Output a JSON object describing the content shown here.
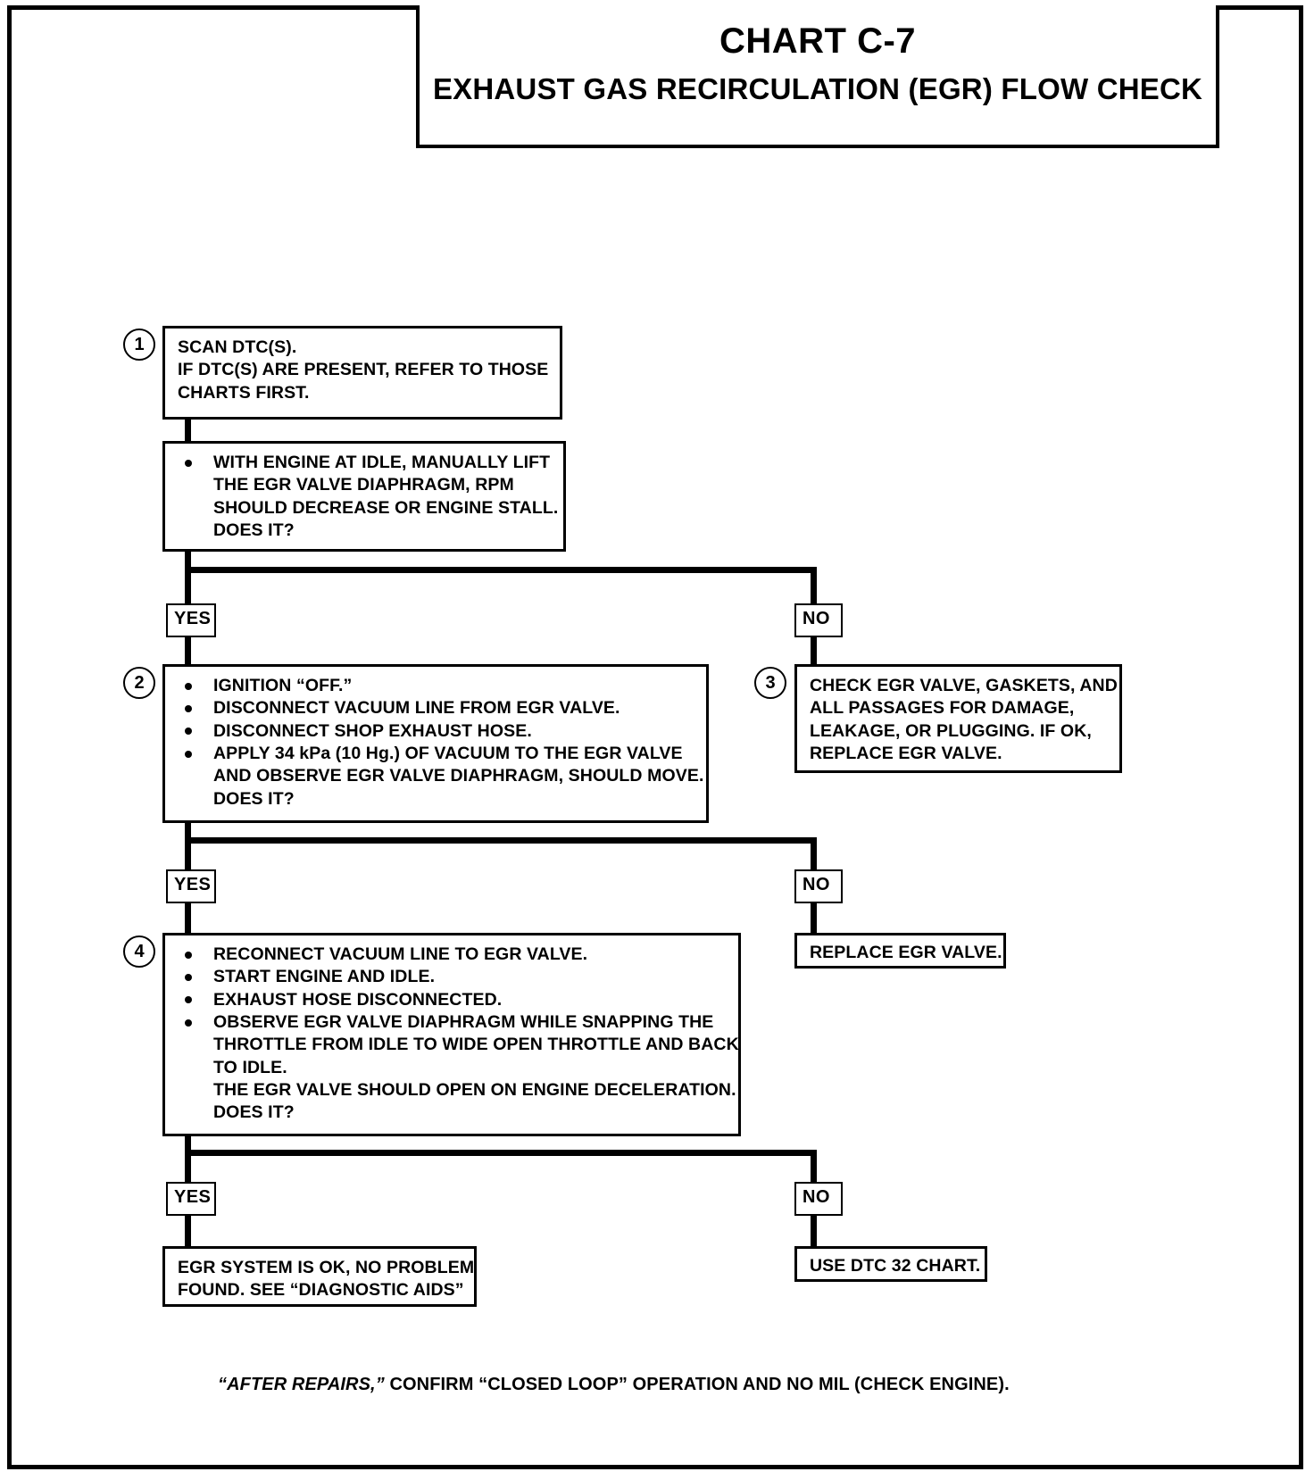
{
  "title": {
    "main": "CHART C-7",
    "sub": "EXHAUST GAS RECIRCULATION (EGR) FLOW CHECK"
  },
  "steps": {
    "step1_number": "1",
    "step2_number": "2",
    "step3_number": "3",
    "step4_number": "4"
  },
  "box1": {
    "line1": "SCAN DTC(S).",
    "line2": "IF DTC(S) ARE PRESENT, REFER TO THOSE",
    "line3": "CHARTS FIRST."
  },
  "box2": {
    "b1_l1": "WITH ENGINE AT IDLE, MANUALLY LIFT",
    "b1_l2": "THE EGR VALVE DIAPHRAGM, RPM",
    "b1_l3": "SHOULD DECREASE OR ENGINE STALL.",
    "b1_l4": "DOES IT?"
  },
  "box3": {
    "b1": "IGNITION “OFF.”",
    "b2": "DISCONNECT VACUUM LINE FROM EGR VALVE.",
    "b3": "DISCONNECT SHOP EXHAUST HOSE.",
    "b4_l1": "APPLY 34 kPa (10 Hg.) OF VACUUM TO THE EGR VALVE",
    "b4_l2": "AND OBSERVE EGR VALVE DIAPHRAGM, SHOULD MOVE.",
    "b4_l3": "DOES IT?"
  },
  "box4": {
    "l1": "CHECK EGR VALVE, GASKETS, AND",
    "l2": "ALL PASSAGES FOR DAMAGE,",
    "l3": "LEAKAGE, OR PLUGGING.  IF OK,",
    "l4": "REPLACE EGR VALVE."
  },
  "box5": {
    "b1": "RECONNECT VACUUM LINE TO EGR VALVE.",
    "b2": "START ENGINE AND IDLE.",
    "b3": "EXHAUST HOSE DISCONNECTED.",
    "b4_l1": "OBSERVE EGR VALVE DIAPHRAGM WHILE SNAPPING THE",
    "b4_l2": "THROTTLE FROM IDLE TO WIDE OPEN THROTTLE AND BACK",
    "b4_l3": "TO IDLE.",
    "b4_l4": "THE EGR VALVE SHOULD OPEN ON ENGINE DECELERATION.",
    "b4_l5": "DOES IT?"
  },
  "box6": {
    "l1": "REPLACE EGR VALVE."
  },
  "box7": {
    "l1": "EGR SYSTEM IS OK, NO PROBLEM",
    "l2": "FOUND.  SEE “DIAGNOSTIC AIDS”"
  },
  "box8": {
    "l1": "USE DTC 32 CHART."
  },
  "labels": {
    "yes1": "YES",
    "no1": "NO",
    "yes2": "YES",
    "no2": "NO",
    "yes3": "YES",
    "no3": "NO"
  },
  "footer": {
    "italic_part": "“AFTER REPAIRS,”",
    "rest_part": " CONFIRM “CLOSED LOOP” OPERATION AND NO MIL (CHECK ENGINE)."
  }
}
